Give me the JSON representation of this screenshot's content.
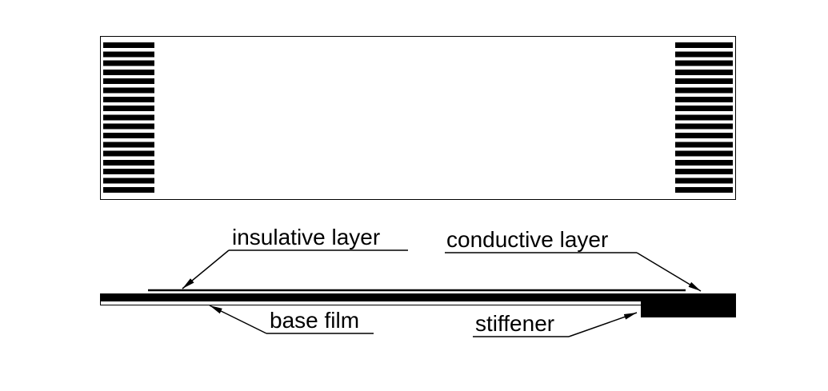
{
  "diagram": {
    "title": "flat-cable-structure-diagram",
    "labels": {
      "insulative": "insulative layer",
      "conductive": "conductive layer",
      "base_film": "base film",
      "stiffener": "stiffener"
    },
    "colors": {
      "line": "#000000",
      "fill": "#000000",
      "background": "#ffffff"
    }
  }
}
